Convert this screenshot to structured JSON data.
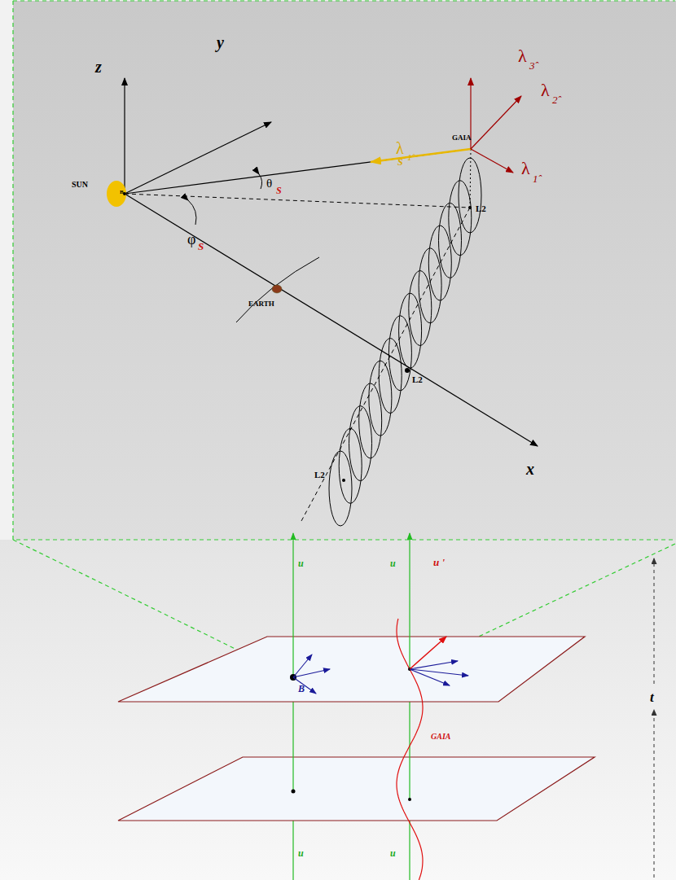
{
  "diagram": {
    "labels": [
      "z",
      "y",
      "λ",
      "3̂",
      "λ",
      "2̂",
      "SUN",
      "B",
      "λ",
      "S",
      "1̂",
      "GAIA",
      "λ",
      "1̂",
      "θ",
      "S",
      "L2",
      "φ",
      "S",
      "EARTH",
      "L2",
      "L2",
      "x",
      "u",
      "u",
      "u '",
      "B",
      "GAIA",
      "t",
      "u",
      "u"
    ]
  }
}
